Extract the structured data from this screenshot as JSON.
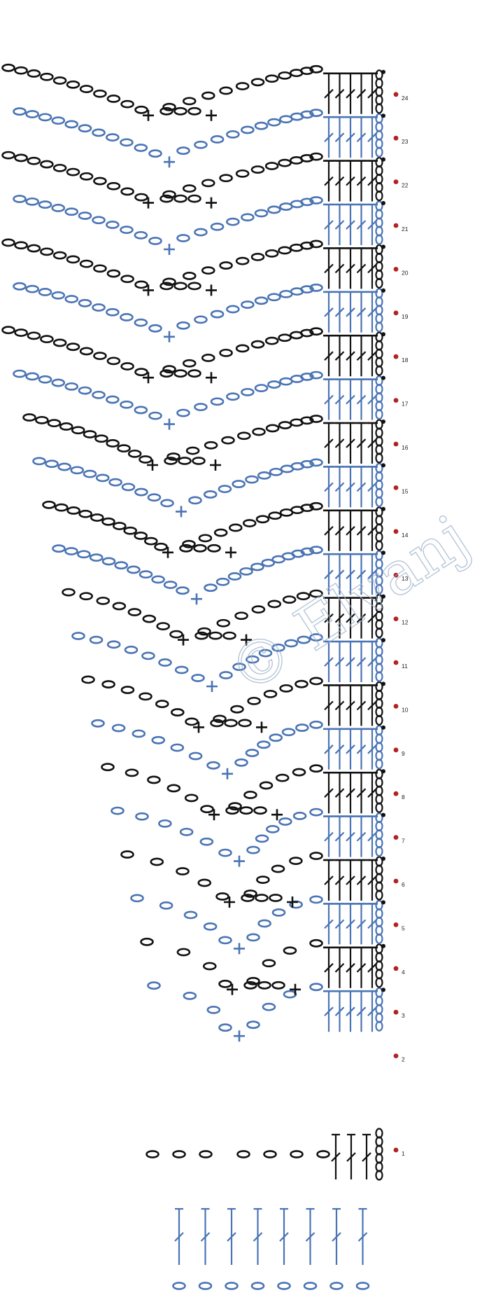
{
  "colors": {
    "odd_rows": "#4a74b4",
    "even_rows": "#111111",
    "row_marker": "#b22222",
    "watermark": "#9fb3cc"
  },
  "watermark": "© Elvanj",
  "rows": [
    {
      "number": "1",
      "color": "odd_rows"
    },
    {
      "number": "2",
      "color": "even_rows"
    },
    {
      "number": "3",
      "color": "odd_rows"
    },
    {
      "number": "4",
      "color": "even_rows"
    },
    {
      "number": "5",
      "color": "odd_rows"
    },
    {
      "number": "6",
      "color": "even_rows"
    },
    {
      "number": "7",
      "color": "odd_rows"
    },
    {
      "number": "8",
      "color": "even_rows"
    },
    {
      "number": "9",
      "color": "odd_rows"
    },
    {
      "number": "10",
      "color": "even_rows"
    },
    {
      "number": "11",
      "color": "odd_rows"
    },
    {
      "number": "12",
      "color": "even_rows"
    },
    {
      "number": "13",
      "color": "odd_rows"
    },
    {
      "number": "14",
      "color": "even_rows"
    },
    {
      "number": "15",
      "color": "odd_rows"
    },
    {
      "number": "16",
      "color": "even_rows"
    },
    {
      "number": "17",
      "color": "odd_rows"
    },
    {
      "number": "18",
      "color": "even_rows"
    },
    {
      "number": "19",
      "color": "odd_rows"
    },
    {
      "number": "20",
      "color": "even_rows"
    },
    {
      "number": "21",
      "color": "odd_rows"
    },
    {
      "number": "22",
      "color": "even_rows"
    },
    {
      "number": "23",
      "color": "odd_rows"
    },
    {
      "number": "24",
      "color": "even_rows"
    }
  ]
}
